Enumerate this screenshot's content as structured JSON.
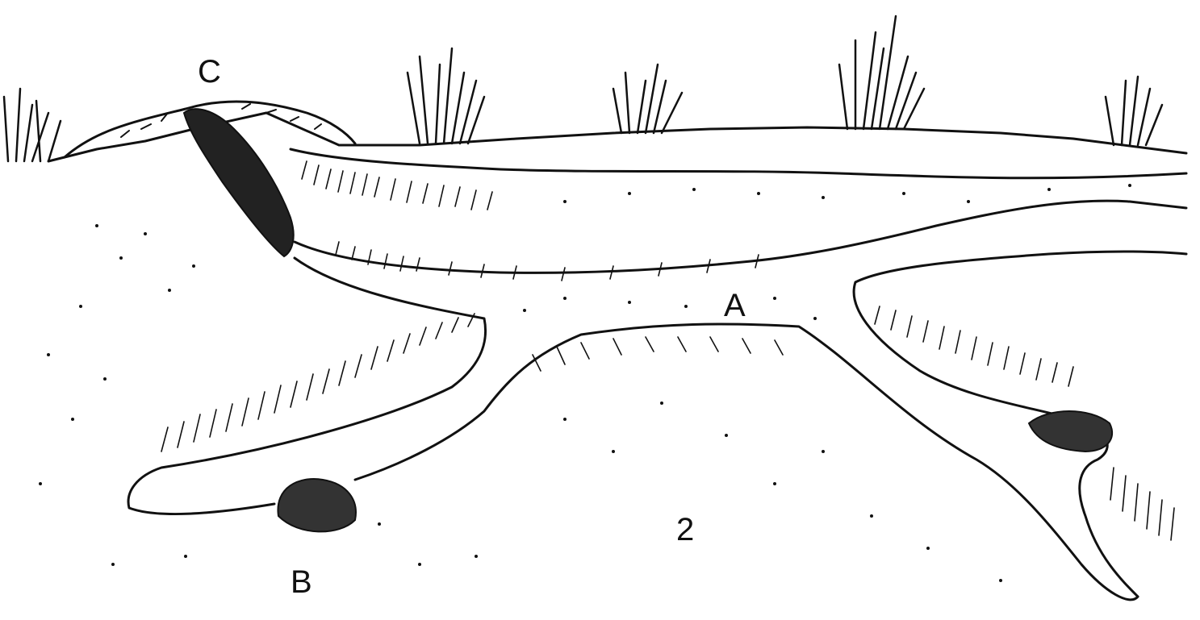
{
  "labels": {
    "a": "A",
    "b": "B",
    "c": "C",
    "figure_number": "2"
  },
  "colors": {
    "ink": "#111111",
    "paper": "#ffffff"
  }
}
